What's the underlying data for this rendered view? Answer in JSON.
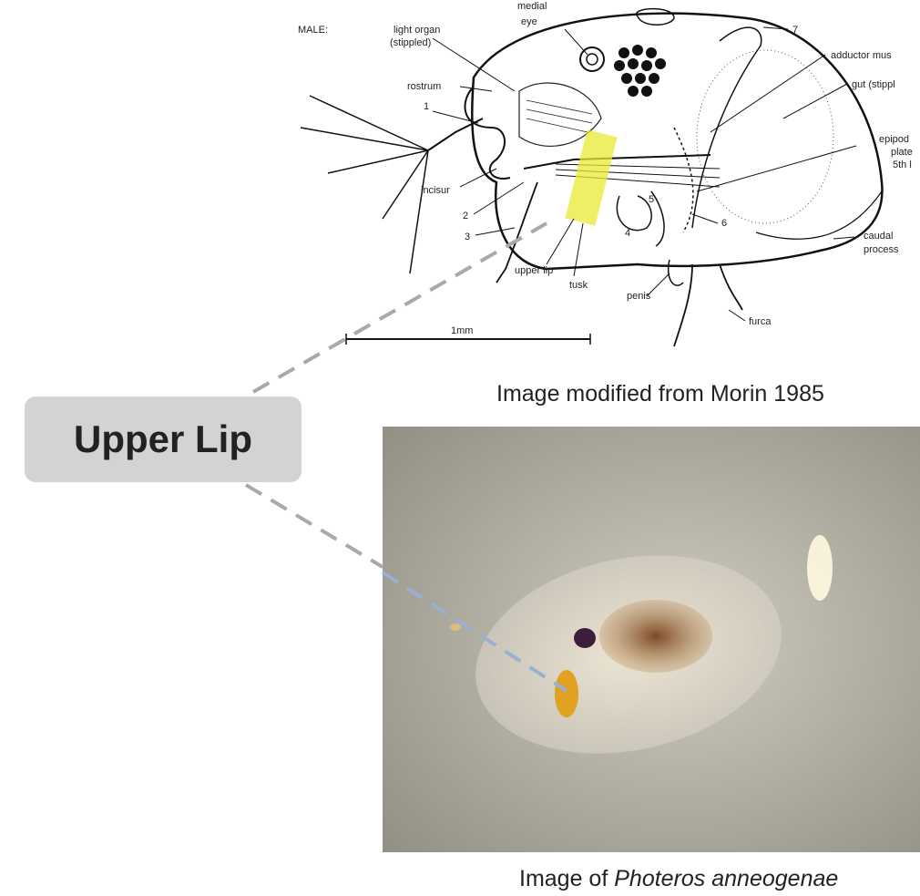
{
  "callout": {
    "label": "Upper Lip"
  },
  "drawing": {
    "sex": "MALE:",
    "labels": {
      "light_organ": "light organ",
      "light_organ_sub": "(stippled)",
      "medial": "medial",
      "eye": "eye",
      "rostrum": "rostrum",
      "n1": "1",
      "n2": "2",
      "n3": "3",
      "n4": "4",
      "n5": "5",
      "n6": "6",
      "n7": "7",
      "incisur": "incisur",
      "upper_lip": "upper lip",
      "tusk": "tusk",
      "penis": "penis",
      "furca": "furca",
      "adductor": "adductor mus",
      "gut": "gut (stippl",
      "epipod1": "epipod",
      "epipod2": "plate",
      "epipod3": "5th l",
      "caudal1": "caudal",
      "caudal2": "process",
      "scale": "1mm"
    },
    "caption": "Image modified from Morin 1985"
  },
  "photo": {
    "caption_prefix": "Image of ",
    "caption_species": "Photeros anneogenae"
  },
  "colors": {
    "highlight": "#e8ea30",
    "dash": "#a9a9a9",
    "callout_bg": "#d3d3d3"
  }
}
